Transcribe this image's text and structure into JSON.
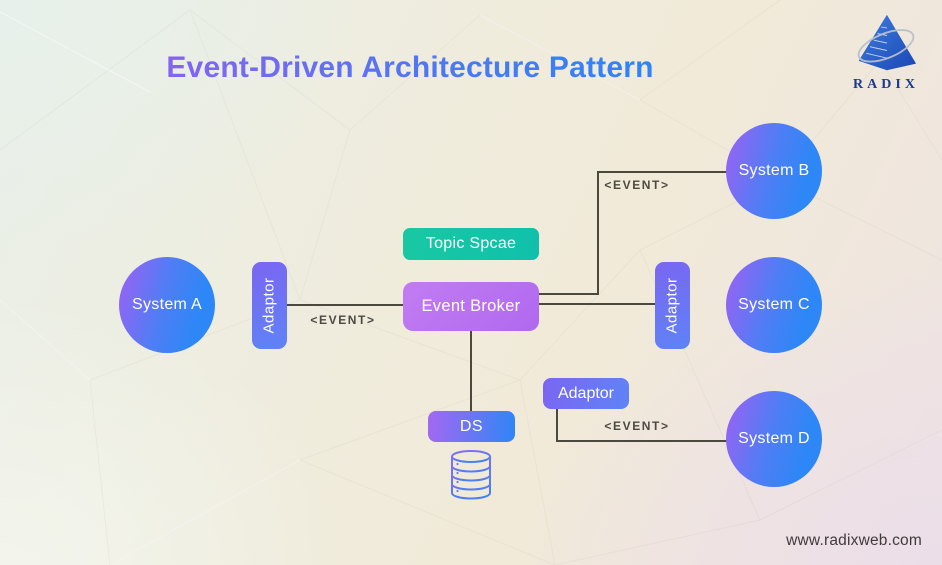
{
  "page": {
    "title": "Event-Driven Architecture Pattern",
    "footer_url": "www.radixweb.com"
  },
  "logo": {
    "brand": "RADIX",
    "icon": "pyramid-orbit-icon"
  },
  "diagram": {
    "systems": [
      {
        "id": "system-a",
        "label": "System A"
      },
      {
        "id": "system-b",
        "label": "System B"
      },
      {
        "id": "system-c",
        "label": "System C"
      },
      {
        "id": "system-d",
        "label": "System D"
      }
    ],
    "adaptor_left_label": "Adaptor",
    "adaptor_right_label": "Adaptor",
    "adaptor_bottom_label": "Adaptor",
    "topic_space_label": "Topic Spcae",
    "event_broker_label": "Event Broker",
    "ds_label": "DS",
    "event_label_left": "<EVENT>",
    "event_label_top": "<EVENT>",
    "event_label_bottom": "<EVENT>",
    "db_icon": "database-icon"
  },
  "colors": {
    "title_gradient_start": "#9a5cf0",
    "title_gradient_end": "#2389f7",
    "circle_gradient_start": "#9e60f3",
    "circle_gradient_end": "#2e87f6",
    "adaptor_gradient_start": "#7a66f2",
    "adaptor_gradient_end": "#5f83f6",
    "topic_space_bg": "#16c5a5",
    "event_broker_bg": "#b873f0",
    "ds_gradient_start": "#a468f1",
    "ds_gradient_end": "#2e86f6",
    "connector_line": "#4b483e",
    "event_label_text": "#4c4a42",
    "footer_text": "#3f3b3b",
    "logo_text": "#1c3a8e"
  }
}
